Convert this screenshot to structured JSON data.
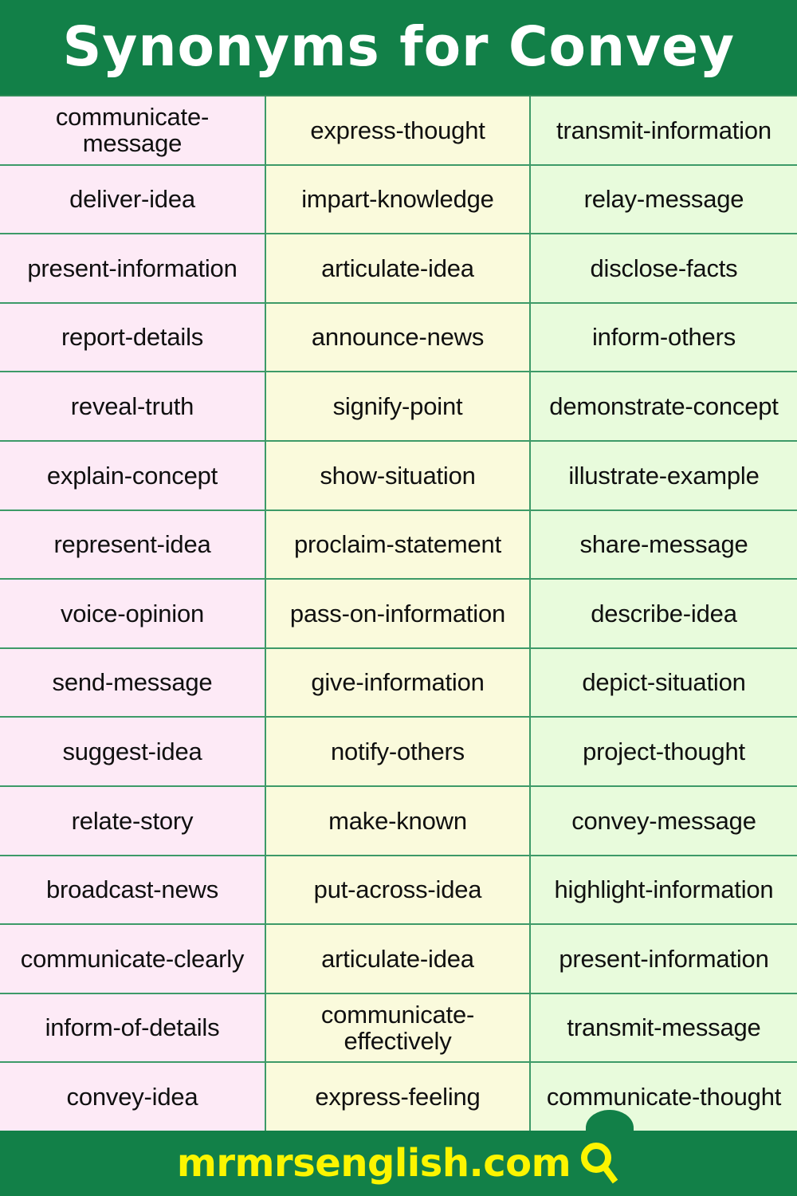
{
  "header": {
    "title": "Synonyms for Convey",
    "background_color": "#128048",
    "text_color": "#ffffff"
  },
  "table": {
    "columns": 3,
    "column_colors": [
      "#fdeaf6",
      "#fafadc",
      "#e8fbdc"
    ],
    "grid_line_color": "#3d9a68",
    "rows": [
      [
        "communicate-message",
        "express-thought",
        "transmit-information"
      ],
      [
        "deliver-idea",
        "impart-knowledge",
        "relay-message"
      ],
      [
        "present-information",
        "articulate-idea",
        "disclose-facts"
      ],
      [
        "report-details",
        "announce-news",
        "inform-others"
      ],
      [
        "reveal-truth",
        "signify-point",
        "demonstrate-concept"
      ],
      [
        "explain-concept",
        "show-situation",
        "illustrate-example"
      ],
      [
        "represent-idea",
        "proclaim-statement",
        "share-message"
      ],
      [
        "voice-opinion",
        "pass-on-information",
        "describe-idea"
      ],
      [
        "send-message",
        "give-information",
        "depict-situation"
      ],
      [
        "suggest-idea",
        "notify-others",
        "project-thought"
      ],
      [
        "relate-story",
        "make-known",
        "convey-message"
      ],
      [
        "broadcast-news",
        "put-across-idea",
        "highlight-information"
      ],
      [
        "communicate-clearly",
        "articulate-idea",
        "present-information"
      ],
      [
        "inform-of-details",
        "communicate-effectively",
        "transmit-message"
      ],
      [
        "convey-idea",
        "express-feeling",
        "communicate-thought"
      ]
    ]
  },
  "footer": {
    "website": "mrmrsenglish.com",
    "icon": "search-icon",
    "background_color": "#128048",
    "text_color": "#fcf500"
  }
}
